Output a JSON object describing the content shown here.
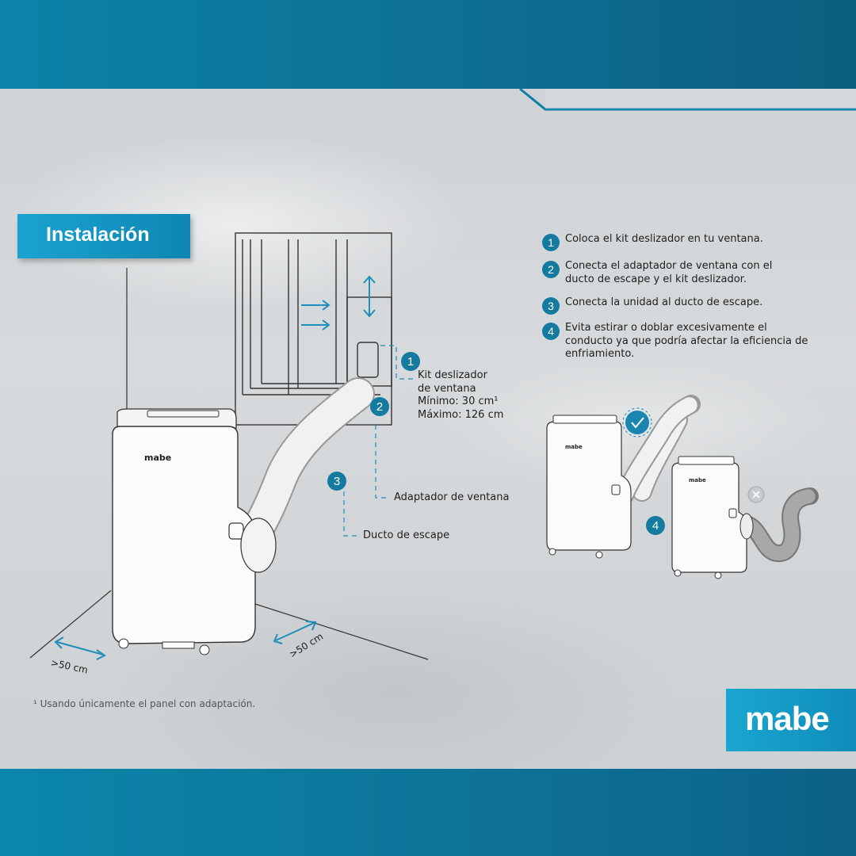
{
  "title": "Instalación",
  "steps": [
    {
      "num": "1",
      "text": "Coloca el kit deslizador en tu ventana."
    },
    {
      "num": "2",
      "text": "Conecta el adaptador de ventana con el ducto de escape y el kit deslizador."
    },
    {
      "num": "3",
      "text": "Conecta la unidad al ducto de escape."
    },
    {
      "num": "4",
      "text": "Evita estirar o doblar excesivamente el conducto ya que podría afectar la eficiencia de enfriamiento."
    }
  ],
  "labels": {
    "kit_line1": "Kit deslizador",
    "kit_line2": "de ventana",
    "kit_min": "Mínimo: 30 cm¹",
    "kit_max": "Máximo: 126 cm",
    "adapter": "Adaptador de ventana",
    "duct": "Ducto de escape",
    "dist_left": ">50 cm",
    "dist_right": ">50 cm",
    "unit_brand": "mabe"
  },
  "badges": {
    "b1": "1",
    "b2": "2",
    "b3": "3",
    "b4": "4"
  },
  "footnote": "¹ Usando únicamente el panel con adaptación.",
  "logo": "mabe",
  "colors": {
    "accent": "#147aa0",
    "band": "#0e6f97",
    "logo_bg": "#1aa6d1"
  }
}
